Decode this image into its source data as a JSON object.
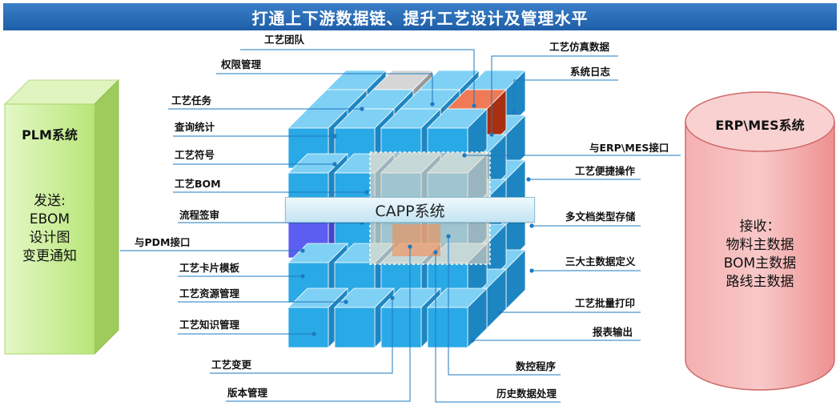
{
  "title": "打通上下游数据链、提升工艺设计及管理水平",
  "plm": {
    "title": "PLM系统",
    "lines": [
      "发送:",
      "EBOM",
      "设计图",
      "变更通知"
    ]
  },
  "erp": {
    "title": "ERP\\MES系统",
    "lines": [
      "接收：",
      "物料主数据",
      "BOM主数据",
      "路线主数据"
    ]
  },
  "center_label": "CAPP系统",
  "labels": {
    "team": "工艺团队",
    "permission": "权限管理",
    "task": "工艺任务",
    "query": "查询统计",
    "symbol": "工艺符号",
    "bom": "工艺BOM",
    "signoff": "流程签审",
    "pdm": "与PDM接口",
    "card": "工艺卡片模板",
    "resource": "工艺资源管理",
    "knowledge": "工艺知识管理",
    "change": "工艺变更",
    "version": "版本管理",
    "simdata": "工艺仿真数据",
    "syslog": "系统日志",
    "erpmes": "与ERP\\MES接口",
    "quickop": "工艺便捷操作",
    "multidoc": "多文档类型存储",
    "masterdata": "三大主数据定义",
    "batchprint": "工艺批量打印",
    "report": "报表输出",
    "nc": "数控程序",
    "history": "历史数据处理"
  },
  "colors": {
    "cube": "#29a9e6",
    "cube_top": "#7fd0f5",
    "cube_side": "#1d86c2",
    "gray_cube": "#b5b5b5",
    "red_cube": "#d9401a",
    "purple_cube": "#5b5ef0",
    "banner": "#2a6fbb",
    "plm_green": "#c9ef8a",
    "erp_pink": "#f4a4a4",
    "line": "#1e79bf"
  }
}
